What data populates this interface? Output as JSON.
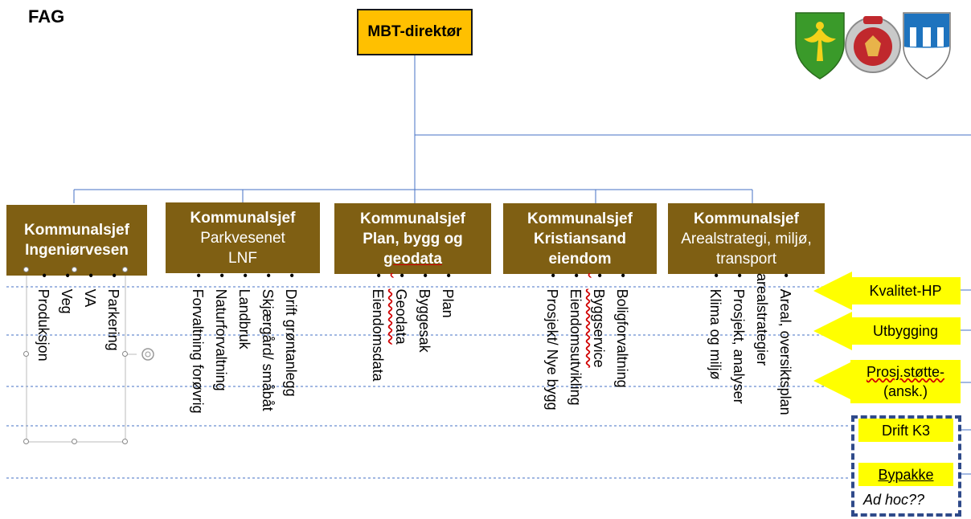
{
  "title": "FAG",
  "director": "MBT-direktør",
  "chiefs": [
    {
      "title": "Kommunalsjef",
      "lines": [
        {
          "text": "Ingeniørvesen",
          "bold": true
        }
      ]
    },
    {
      "title": "Kommunalsjef",
      "lines": [
        {
          "text": "Parkvesenet",
          "bold": false
        },
        {
          "text": "LNF",
          "bold": false
        }
      ]
    },
    {
      "title": "Kommunalsjef",
      "lines": [
        {
          "text": "Plan, bygg og",
          "bold": true
        },
        {
          "text": "geodata",
          "bold": true
        }
      ]
    },
    {
      "title": "Kommunalsjef",
      "lines": [
        {
          "text": "Kristiansand",
          "bold": true
        },
        {
          "text": "eiendom",
          "bold": true
        }
      ]
    },
    {
      "title": "Kommunalsjef",
      "lines": [
        {
          "text": "Arealstrategi, miljø,",
          "bold": false
        },
        {
          "text": "transport",
          "bold": false
        }
      ]
    }
  ],
  "columns": [
    [
      "Parkering",
      "VA",
      "Veg",
      "Produksjon"
    ],
    [
      "Drift grøntanlegg",
      "Skjærgård/ småbåt",
      "Landbruk",
      "Naturforvaltning",
      "Forvaltning forøvrig"
    ],
    [
      "Plan",
      "Byggesak",
      "Geodata",
      "Eiendomsdata"
    ],
    [
      "Boligforvaltning",
      "Byggservice",
      "Eiendomsutvikling",
      "Prosjekt/ Nye bygg"
    ],
    [
      "Areal, oversiktsplan arealstrategier",
      "Prosjekt, analyser",
      "Klima og miljø"
    ]
  ],
  "side_functions": [
    {
      "label": "Kvalitet-HP"
    },
    {
      "label": "Utbygging"
    },
    {
      "label": "Prosj.støtte-",
      "label2": "(ansk.)"
    }
  ],
  "extra_boxes": [
    "Drift K3",
    "Bypakke"
  ],
  "adhoc": "Ad hoc??",
  "colors": {
    "director": "#FFC000",
    "chief": "#7F5F13",
    "side": "#FFFF00",
    "frame": "#2F4A8A",
    "connector": "#4472C4"
  }
}
